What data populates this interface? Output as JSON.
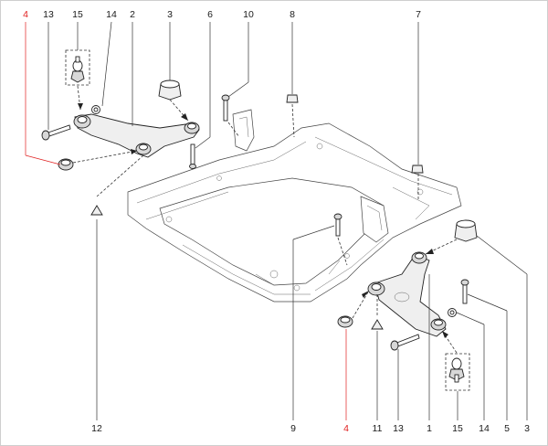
{
  "diagram": {
    "callouts": [
      {
        "id": "c4-top",
        "text": "4",
        "highlight": true
      },
      {
        "id": "c13-top",
        "text": "13",
        "highlight": false
      },
      {
        "id": "c15-top",
        "text": "15",
        "highlight": false
      },
      {
        "id": "c14-top",
        "text": "14",
        "highlight": false
      },
      {
        "id": "c2-top",
        "text": "2",
        "highlight": false
      },
      {
        "id": "c3-top",
        "text": "3",
        "highlight": false
      },
      {
        "id": "c6-top",
        "text": "6",
        "highlight": false
      },
      {
        "id": "c10-top",
        "text": "10",
        "highlight": false
      },
      {
        "id": "c8-top",
        "text": "8",
        "highlight": false
      },
      {
        "id": "c7-top",
        "text": "7",
        "highlight": false
      },
      {
        "id": "c12-bottom",
        "text": "12",
        "highlight": false
      },
      {
        "id": "c9-bottom",
        "text": "9",
        "highlight": false
      },
      {
        "id": "c4-bottom",
        "text": "4",
        "highlight": true
      },
      {
        "id": "c11-bottom",
        "text": "11",
        "highlight": false
      },
      {
        "id": "c13-bottom",
        "text": "13",
        "highlight": false
      },
      {
        "id": "c1-bottom",
        "text": "1",
        "highlight": false
      },
      {
        "id": "c15-bottom",
        "text": "15",
        "highlight": false
      },
      {
        "id": "c14-bottom",
        "text": "14",
        "highlight": false
      },
      {
        "id": "c5-bottom",
        "text": "5",
        "highlight": false
      },
      {
        "id": "c3-bottom",
        "text": "3",
        "highlight": false
      }
    ],
    "colors": {
      "highlight": "#e02020",
      "line": "#333333",
      "background": "#ffffff"
    }
  }
}
